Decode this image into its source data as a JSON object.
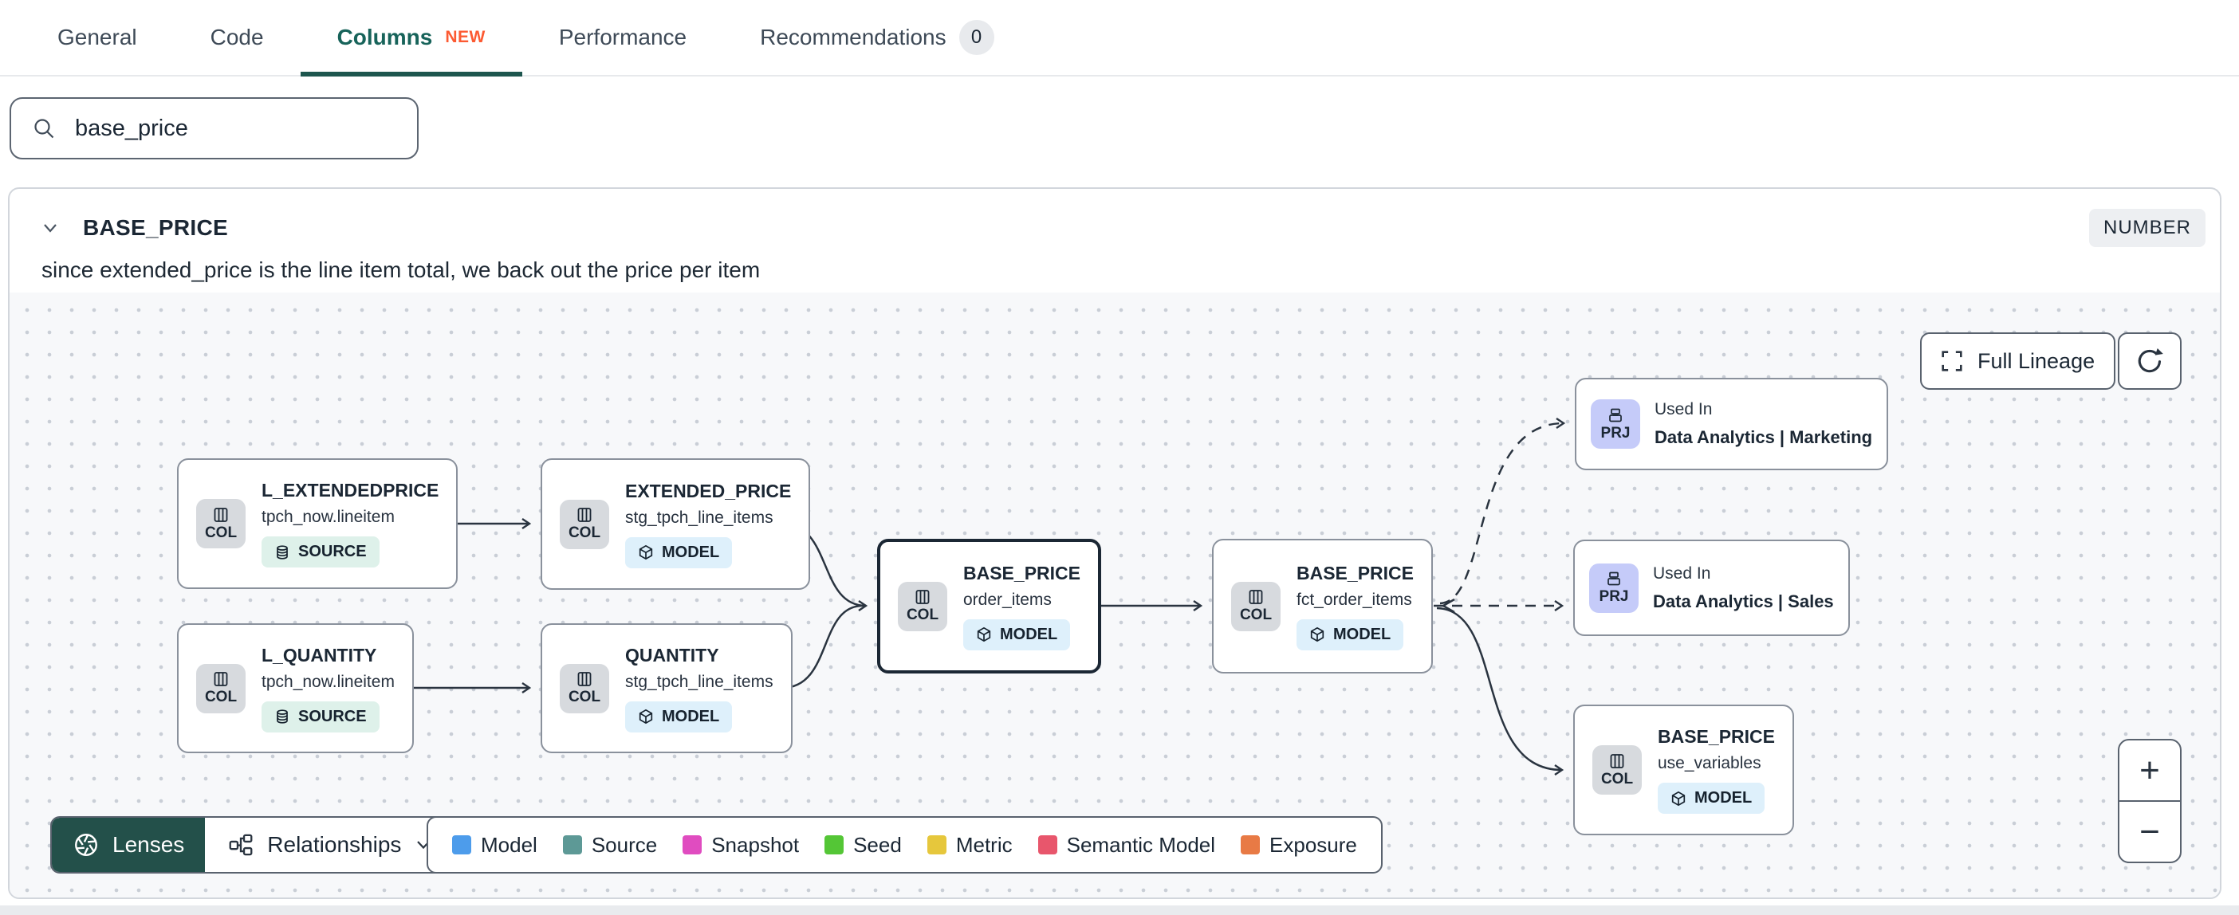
{
  "tabs": [
    {
      "label": "General"
    },
    {
      "label": "Code"
    },
    {
      "label": "Columns",
      "badge": "NEW"
    },
    {
      "label": "Performance"
    },
    {
      "label": "Recommendations",
      "count": "0"
    }
  ],
  "search": {
    "value": "base_price"
  },
  "column_panel": {
    "name": "BASE_PRICE",
    "type": "NUMBER",
    "description": "since extended_price is the line item total, we back out the price per item"
  },
  "lineage": {
    "nodes": [
      {
        "type": "COL",
        "title": "L_EXTENDEDPRICE",
        "subtitle": "tpch_now.lineitem",
        "resource": "SOURCE"
      },
      {
        "type": "COL",
        "title": "EXTENDED_PRICE",
        "subtitle": "stg_tpch_line_items",
        "resource": "MODEL"
      },
      {
        "type": "COL",
        "title": "L_QUANTITY",
        "subtitle": "tpch_now.lineitem",
        "resource": "SOURCE"
      },
      {
        "type": "COL",
        "title": "QUANTITY",
        "subtitle": "stg_tpch_line_items",
        "resource": "MODEL"
      },
      {
        "type": "COL",
        "title": "BASE_PRICE",
        "subtitle": "order_items",
        "resource": "MODEL"
      },
      {
        "type": "COL",
        "title": "BASE_PRICE",
        "subtitle": "fct_order_items",
        "resource": "MODEL"
      },
      {
        "type": "PRJ",
        "label": "Used In",
        "title": "Data Analytics | Marketing"
      },
      {
        "type": "PRJ",
        "label": "Used In",
        "title": "Data Analytics | Sales"
      },
      {
        "type": "COL",
        "title": "BASE_PRICE",
        "subtitle": "use_variables",
        "resource": "MODEL"
      }
    ],
    "buttons": {
      "full_lineage": "Full Lineage"
    },
    "zoom": {
      "in": "+",
      "out": "−"
    },
    "toolbar": {
      "lenses": "Lenses",
      "relationships": "Relationships"
    },
    "legend": [
      {
        "label": "Model",
        "color": "#4d9ceb"
      },
      {
        "label": "Source",
        "color": "#5d9996"
      },
      {
        "label": "Snapshot",
        "color": "#e04cc0"
      },
      {
        "label": "Seed",
        "color": "#54c636"
      },
      {
        "label": "Metric",
        "color": "#e6c73c"
      },
      {
        "label": "Semantic Model",
        "color": "#e8566c"
      },
      {
        "label": "Exposure",
        "color": "#e87a45"
      }
    ]
  }
}
